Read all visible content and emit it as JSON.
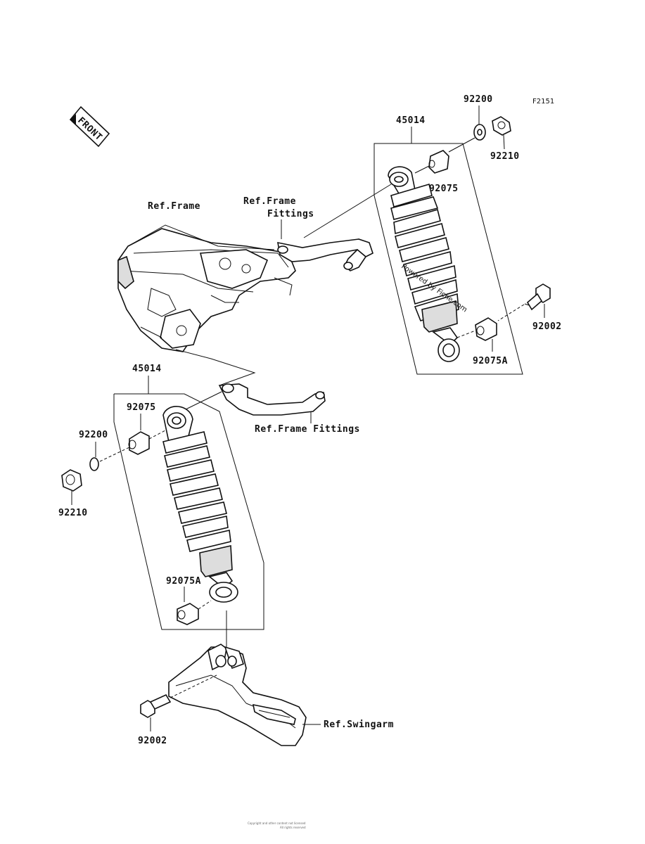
{
  "figure_code": "F2151",
  "front_label": "FRONT",
  "references": {
    "ref_frame": "Ref.Frame",
    "ref_frame_fittings_top_line1": "Ref.Frame",
    "ref_frame_fittings_top_line2": "Fittings",
    "ref_frame_fittings_lower": "Ref.Frame Fittings",
    "ref_swingarm": "Ref.Swingarm"
  },
  "parts_right": {
    "assembly": "45014",
    "washer": "92200",
    "nut": "92210",
    "bushing_upper": "92075",
    "bolt": "92002",
    "bushing_lower": "92075A"
  },
  "parts_left": {
    "assembly": "45014",
    "bushing_upper": "92075",
    "washer": "92200",
    "nut": "92210",
    "bushing_lower": "92075A",
    "bolt": "92002"
  },
  "watermark": "Powered by Fiche.com",
  "footer_line1": "Copyright and other content not licensed",
  "footer_line2": "All rights reserved"
}
